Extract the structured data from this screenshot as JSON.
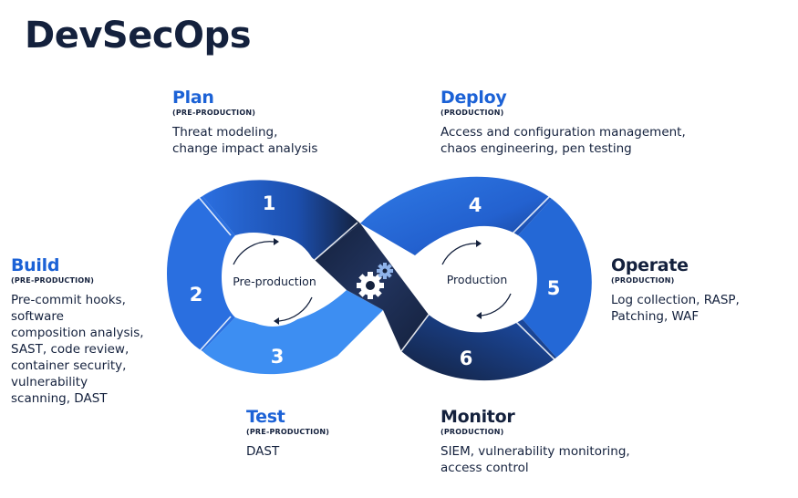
{
  "title": "DevSecOps",
  "center_labels": {
    "left": "Pre-production",
    "right": "Production"
  },
  "stages": {
    "plan": {
      "number": "1",
      "name": "Plan",
      "environment": "(PRE-PRODUCTION)",
      "description": "Threat modeling,\nchange impact analysis"
    },
    "build": {
      "number": "2",
      "name": "Build",
      "environment": "(PRE-PRODUCTION)",
      "description": "Pre-commit hooks,\nsoftware\ncomposition analysis,\nSAST, code review,\ncontainer security,\nvulnerability\nscanning, DAST"
    },
    "test": {
      "number": "3",
      "name": "Test",
      "environment": "(PRE-PRODUCTION)",
      "description": "DAST"
    },
    "deploy": {
      "number": "4",
      "name": "Deploy",
      "environment": "(PRODUCTION)",
      "description": "Access and configuration management,\nchaos engineering, pen testing"
    },
    "operate": {
      "number": "5",
      "name": "Operate",
      "environment": "(PRODUCTION)",
      "description": "Log collection, RASP,\nPatching, WAF"
    },
    "monitor": {
      "number": "6",
      "name": "Monitor",
      "environment": "(PRODUCTION)",
      "description": "SIEM, vulnerability monitoring,\naccess control"
    }
  },
  "icons": [
    "gears-icon",
    "cycle-arrow-icon"
  ],
  "colors": {
    "title": "#14213d",
    "stage_name_blue": "#1c62d6",
    "stage_name_dark": "#14213d",
    "seg_dark": "#14213d",
    "seg_blue": "#1f5fd6",
    "seg_light": "#3b8cf0"
  }
}
